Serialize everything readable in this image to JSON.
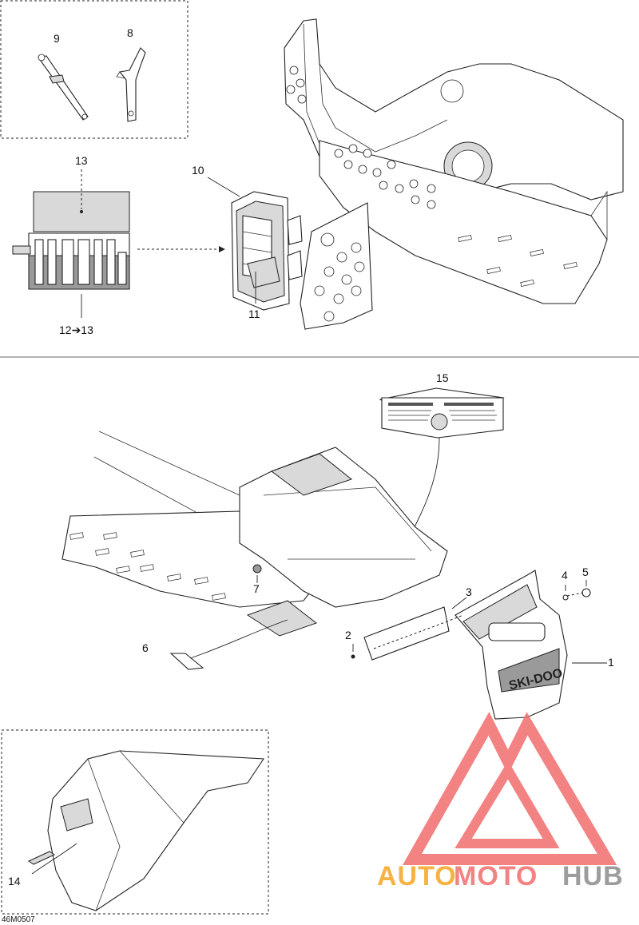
{
  "diagram": {
    "code": "46M0507",
    "callouts": [
      {
        "id": "c1",
        "label": "1"
      },
      {
        "id": "c2",
        "label": "2"
      },
      {
        "id": "c3",
        "label": "3"
      },
      {
        "id": "c4",
        "label": "4"
      },
      {
        "id": "c5",
        "label": "5"
      },
      {
        "id": "c6",
        "label": "6"
      },
      {
        "id": "c7",
        "label": "7"
      },
      {
        "id": "c8",
        "label": "8"
      },
      {
        "id": "c9",
        "label": "9"
      },
      {
        "id": "c10",
        "label": "10"
      },
      {
        "id": "c11",
        "label": "11"
      },
      {
        "id": "c12",
        "label": "12➔13"
      },
      {
        "id": "c13",
        "label": "13"
      },
      {
        "id": "c14",
        "label": "14"
      },
      {
        "id": "c15",
        "label": "15"
      }
    ]
  },
  "watermark": {
    "part1": "AUTO",
    "part2": "MOTO",
    "part3": "HUB",
    "color_orange": "#f5a623",
    "color_red": "#f26d6d",
    "color_grey": "#8c8c8c"
  }
}
